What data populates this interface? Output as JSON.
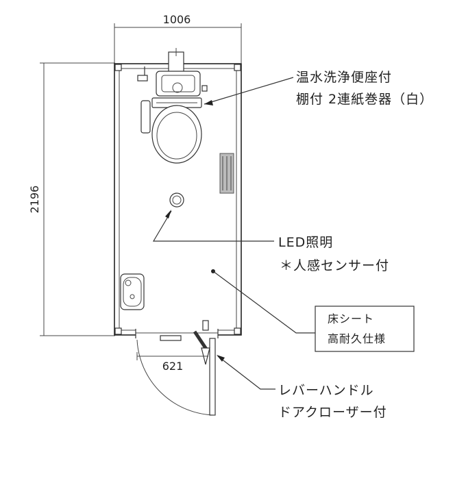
{
  "dimensions": {
    "width": "1006",
    "depth": "2196",
    "door_width": "621"
  },
  "labels": {
    "toilet_line1": "温水洗浄便座付",
    "toilet_line2": "棚付 2連紙巻器（白）",
    "light_line1": "LED照明",
    "light_line2": "＊人感センサー付",
    "floor_line1": "床シート",
    "floor_line2": "高耐久仕様",
    "door_line1": "レバーハンドル",
    "door_line2": "ドアクローザー付"
  }
}
